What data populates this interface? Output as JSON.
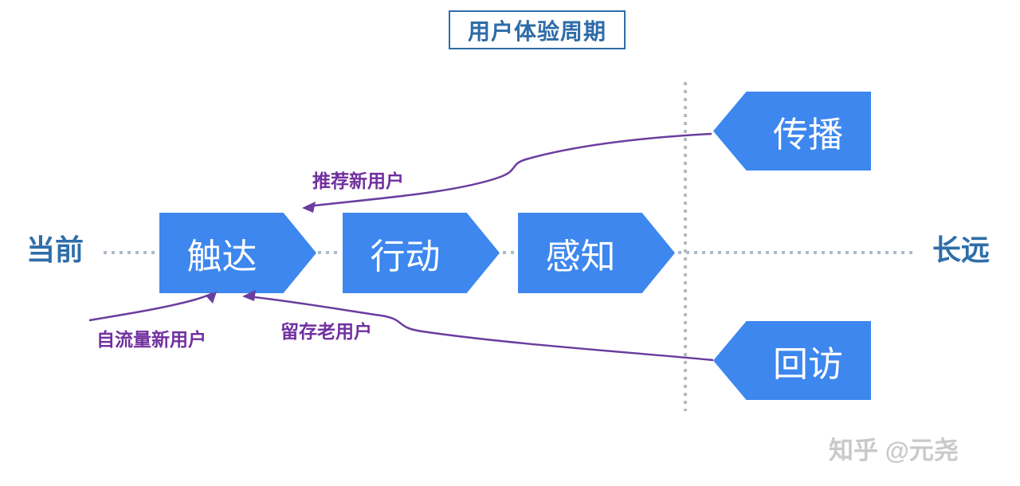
{
  "title": "用户体验周期",
  "timeline": {
    "left_label": "当前",
    "right_label": "长远"
  },
  "stages": [
    {
      "label": "触达"
    },
    {
      "label": "行动"
    },
    {
      "label": "感知"
    }
  ],
  "loop_nodes": [
    {
      "label": "传播"
    },
    {
      "label": "回访"
    }
  ],
  "flow_labels": [
    {
      "label": "推荐新用户"
    },
    {
      "label": "自流量新用户"
    },
    {
      "label": "留存老用户"
    }
  ],
  "watermark": "知乎 @元尧",
  "colors": {
    "node_blue": "#3d87ee",
    "title_blue": "#2e6ca8",
    "arrow_purple": "#6a3d9e",
    "label_purple": "#7030a0",
    "dotted_line": "#adbac8",
    "watermark_gray": "#c9c9c9"
  }
}
